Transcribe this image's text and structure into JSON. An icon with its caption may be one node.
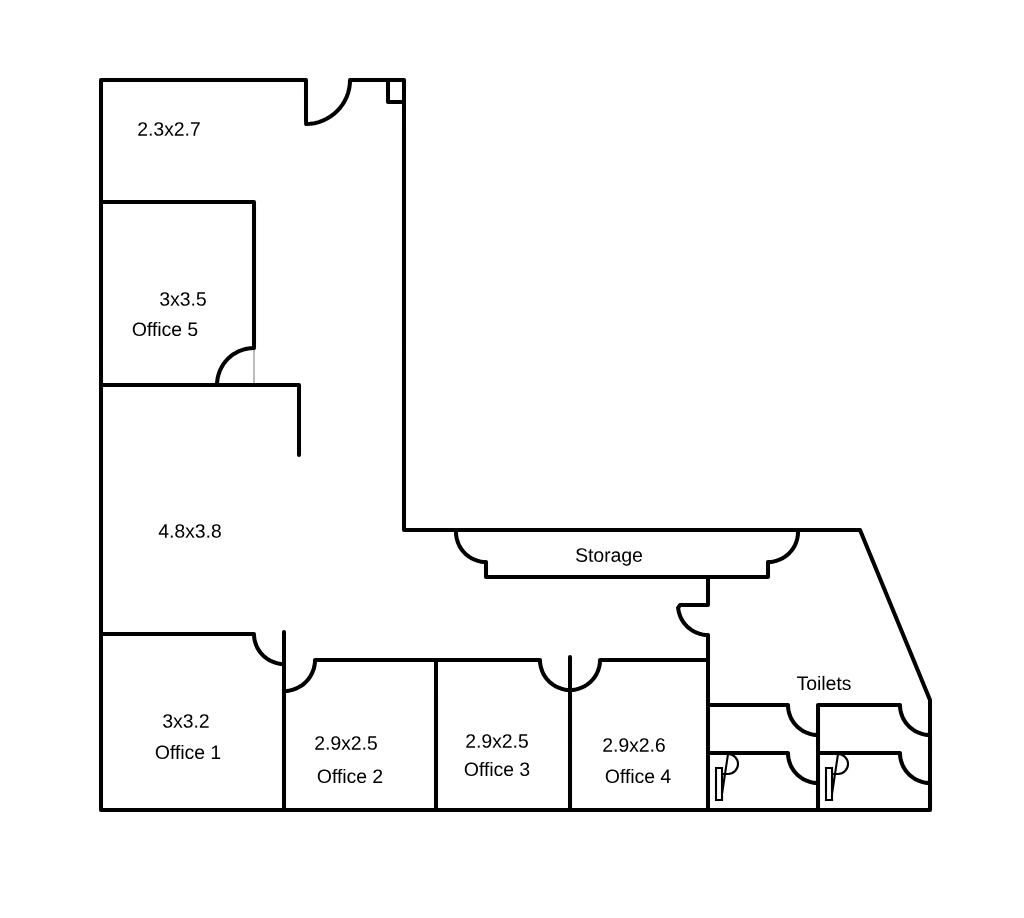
{
  "diagram": {
    "labels": [
      "2.3x2.7",
      "3x3.5",
      "Office 5",
      "4.8x3.8",
      "Storage",
      "Toilets",
      "3x3.2",
      "Office 1",
      "2.9x2.5",
      "Office 2",
      "2.9x2.5",
      "Office 3",
      "2.9x2.6",
      "Office 4"
    ]
  }
}
